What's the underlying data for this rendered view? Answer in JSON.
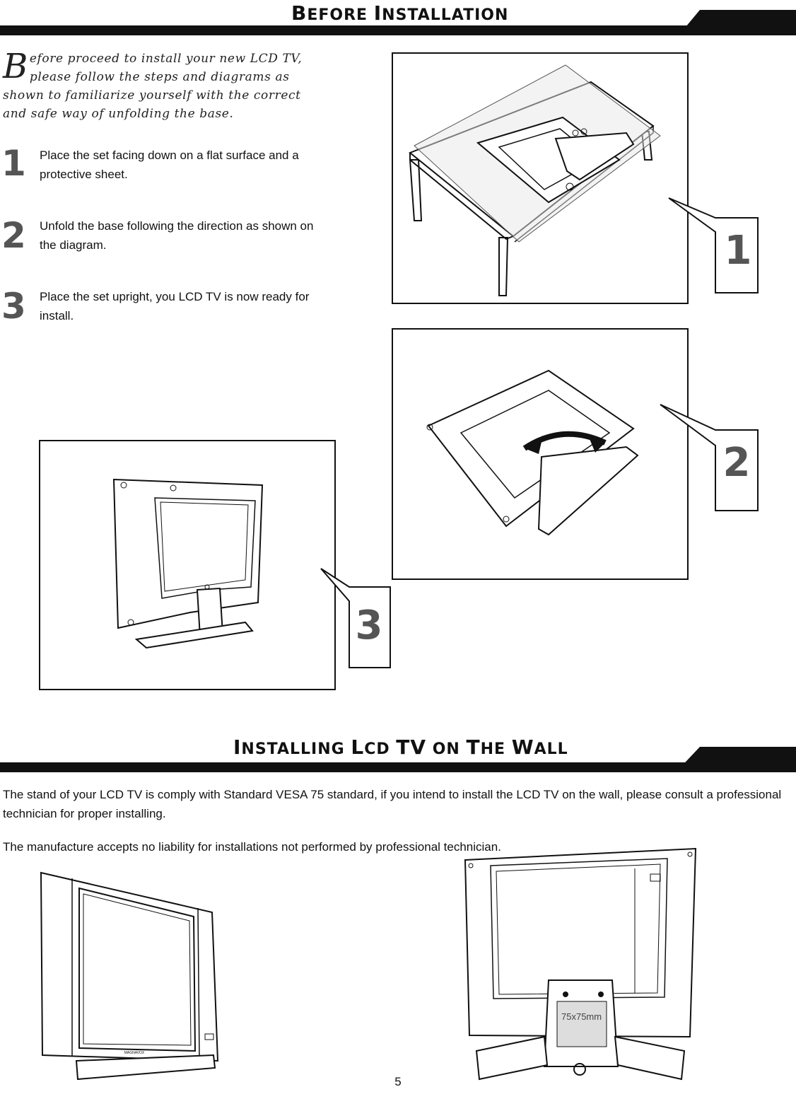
{
  "section1": {
    "title_b": "B",
    "title_rest1": "EFORE ",
    "title_i": "I",
    "title_rest2": "NSTALLATION"
  },
  "intro": {
    "dropcap": "B",
    "text": "efore proceed to install your new LCD TV, please follow the steps and diagrams as shown to familiarize yourself with the correct and safe way of unfolding the base."
  },
  "steps": [
    {
      "num": "1",
      "text": "Place the set facing down on a flat surface and a protective sheet."
    },
    {
      "num": "2",
      "text": "Unfold the base following the direction as shown on the diagram."
    },
    {
      "num": "3",
      "text": "Place the set upright, you LCD TV is now ready for install."
    }
  ],
  "callouts": [
    "1",
    "2",
    "3"
  ],
  "section2": {
    "w1_cap": "I",
    "w1_rest": "NSTALLING ",
    "w2_cap": "L",
    "w2_rest": "CD ",
    "w3": "TV",
    "w4": " ON ",
    "w5_cap": "T",
    "w5_rest": "HE ",
    "w6_cap": "W",
    "w6_rest": "ALL"
  },
  "wall": {
    "para1": "The stand of your LCD TV is comply with Standard VESA 75 standard, if you intend to install the LCD TV on the wall, please consult a professional technician for proper installing.",
    "para2": "The manufacture accepts no liability for installations not performed by professional technician.",
    "vesa_label": "75x75mm",
    "brand_label": "MAGNAVOX"
  },
  "page_number": "5"
}
